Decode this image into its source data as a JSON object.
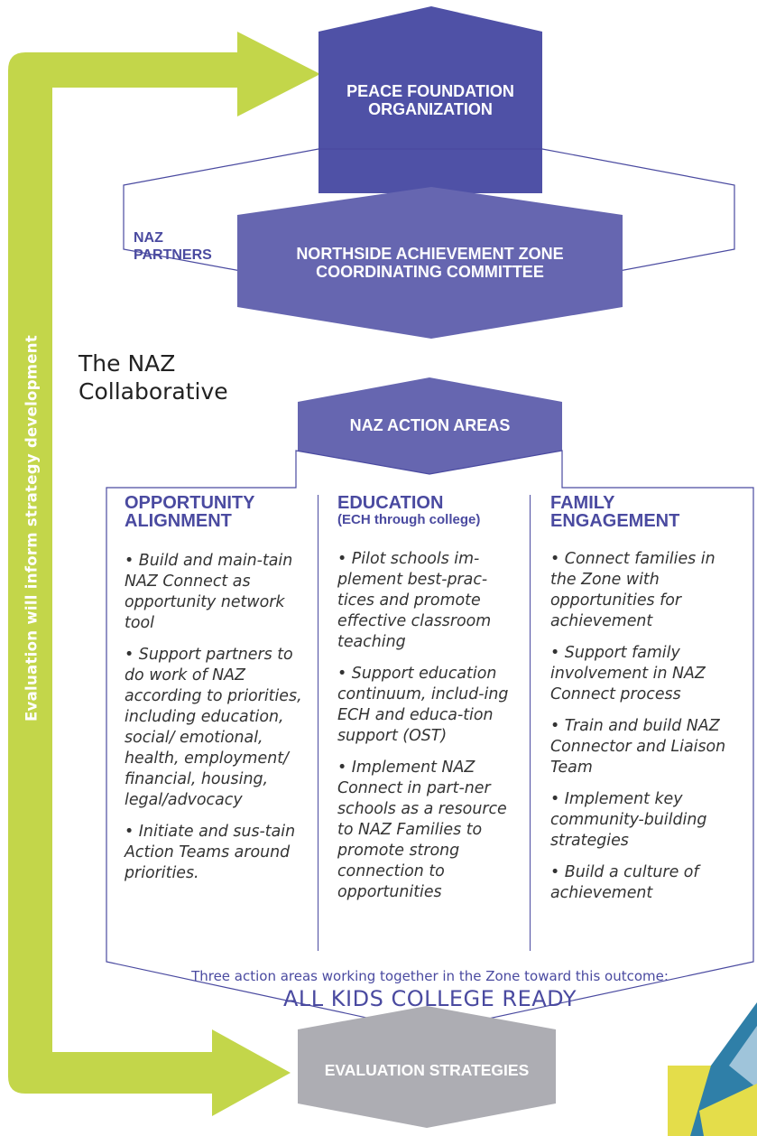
{
  "colors": {
    "dark_blue": "#4f51a6",
    "mid_blue": "#6666b0",
    "outline_blue": "#4a4aa0",
    "arrow_green": "#c3d64a",
    "gray": "#adadb3",
    "text": "#333333"
  },
  "top_box": {
    "line1": "PEACE FOUNDATION",
    "line2": "ORGANIZATION"
  },
  "partners": {
    "line1": "NAZ",
    "line2": "PARTNERS"
  },
  "committee": {
    "line1": "NORTHSIDE ACHIEVEMENT ZONE",
    "line2": "COORDINATING COMMITTEE"
  },
  "collaborative": {
    "line1": "The NAZ",
    "line2": "Collaborative"
  },
  "action_areas": "NAZ ACTION AREAS",
  "columns": [
    {
      "title_line1": "OPPORTUNITY",
      "title_line2": "ALIGNMENT",
      "items": [
        "Build and main-tain NAZ Connect as opportunity network tool",
        "Support partners to do work of NAZ according to priorities, including education, social/ emotional, health, employment/ financial, housing, legal/advocacy",
        "Initiate and sus-tain Action Teams around priorities."
      ]
    },
    {
      "title_line1": "EDUCATION",
      "subtitle": "(ECH through college)",
      "items": [
        "Pilot schools im-plement best-prac-tices and promote effective classroom teaching",
        "Support education continuum, includ-ing ECH and educa-tion support (OST)",
        "Implement NAZ Connect in part-ner schools as a resource to NAZ Families to promote strong connection to opportunities"
      ]
    },
    {
      "title_line1": "FAMILY",
      "title_line2": "ENGAGEMENT",
      "items": [
        "Connect families in the Zone with opportunities for achievement",
        "Support family involvement in NAZ Connect process",
        "Train and build NAZ Connector and Liaison Team",
        "Implement key community-building strategies",
        "Build a culture of achievement"
      ]
    }
  ],
  "outcome_intro": "Three action areas working together in the Zone toward this outcome:",
  "outcome": "ALL KIDS COLLEGE READY",
  "evaluation": "EVALUATION STRATEGIES",
  "loop_label": "Evaluation will inform strategy development"
}
